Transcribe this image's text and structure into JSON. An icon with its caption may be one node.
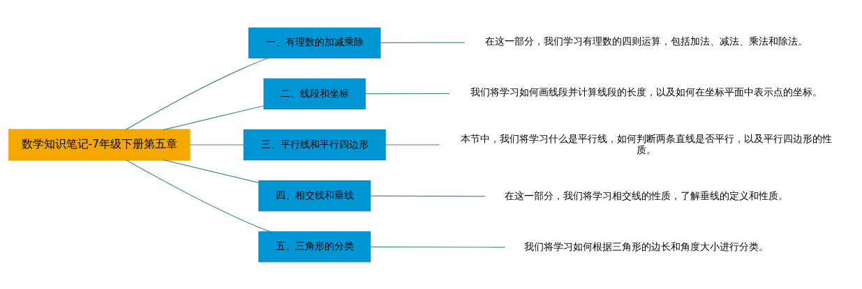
{
  "diagram": {
    "nodes": [
      {
        "text": [
          "数学知识笔记-7年级下册第五章"
        ]
      },
      {
        "text": [
          "一、有理数的加减乘除"
        ]
      },
      {
        "text": [
          "二、线段和坐标"
        ]
      },
      {
        "text": [
          "三、平行线和平行四边形"
        ]
      },
      {
        "text": [
          "四、相交线和垂线"
        ]
      },
      {
        "text": [
          "五、三角形的分类"
        ]
      },
      {
        "text": [
          "在这一部分，我们学习有理数的四则运算，包括加法、减法、乘法和除法。"
        ]
      },
      {
        "text": [
          "我们将学习如何画线段并计算线段的长度，以及如何在坐标平面中表示点的坐标。"
        ]
      },
      {
        "text": [
          "本节中，我们将学习什么是平行线，如何判断两条直线是否平行，以及平行四边形的性质。"
        ]
      },
      {
        "text": [
          "在这一部分，我们将学习相交线的性质，了解垂线的定义和性质。"
        ]
      },
      {
        "text": [
          "我们将学习如何根据三角形的边长和角度大小进行分类。"
        ]
      }
    ],
    "edges": [
      {
        "from": 0,
        "to": 1,
        "arrow": "none"
      },
      {
        "from": 0,
        "to": 2,
        "arrow": "none"
      },
      {
        "from": 0,
        "to": 3,
        "arrow": "none"
      },
      {
        "from": 0,
        "to": 4,
        "arrow": "none"
      },
      {
        "from": 0,
        "to": 5,
        "arrow": "none"
      },
      {
        "from": 1,
        "to": 6,
        "arrow": "none"
      },
      {
        "from": 2,
        "to": 7,
        "arrow": "none"
      },
      {
        "from": 3,
        "to": 8,
        "arrow": "none"
      },
      {
        "from": 4,
        "to": 9,
        "arrow": "none"
      },
      {
        "from": 5,
        "to": 10,
        "arrow": "none"
      }
    ]
  }
}
